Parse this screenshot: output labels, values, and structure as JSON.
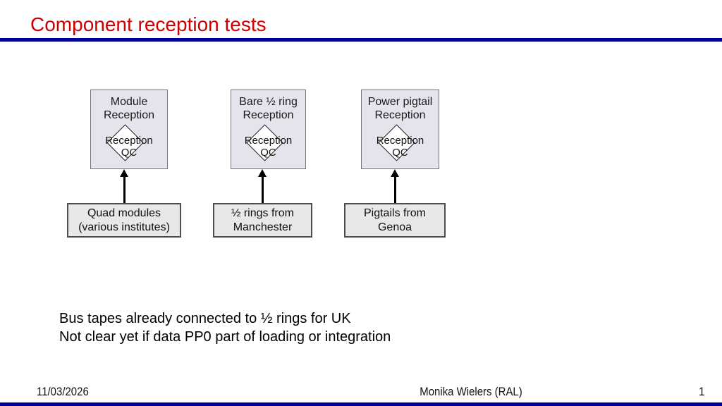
{
  "slide": {
    "title": "Component reception tests"
  },
  "colors": {
    "title_red": "#CC0000",
    "accent_rule_navy": "#000099",
    "reception_box_fill": "#E4E5EC",
    "source_box_fill": "#E8E8E8",
    "qc_diamond_fill": "#FFFFFF"
  },
  "diagram": {
    "columns": [
      {
        "reception_box": {
          "title": "Module\nReception",
          "qc_label": "Reception\nQC"
        },
        "source_box": {
          "label": "Quad modules\n(various institutes)"
        }
      },
      {
        "reception_box": {
          "title": "Bare ½ ring\nReception",
          "qc_label": "Reception\nQC"
        },
        "source_box": {
          "label": "½ rings from\nManchester"
        }
      },
      {
        "reception_box": {
          "title": "Power pigtail\nReception",
          "qc_label": "Reception\nQC"
        },
        "source_box": {
          "label": "Pigtails from\nGenoa"
        }
      }
    ]
  },
  "notes": {
    "line1": "Bus tapes already connected to ½ rings for UK",
    "line2": "Not clear yet if data PP0 part of loading or integration"
  },
  "footer": {
    "date": "11/03/2026",
    "author": "Monika Wielers (RAL)",
    "page_number": "1"
  }
}
